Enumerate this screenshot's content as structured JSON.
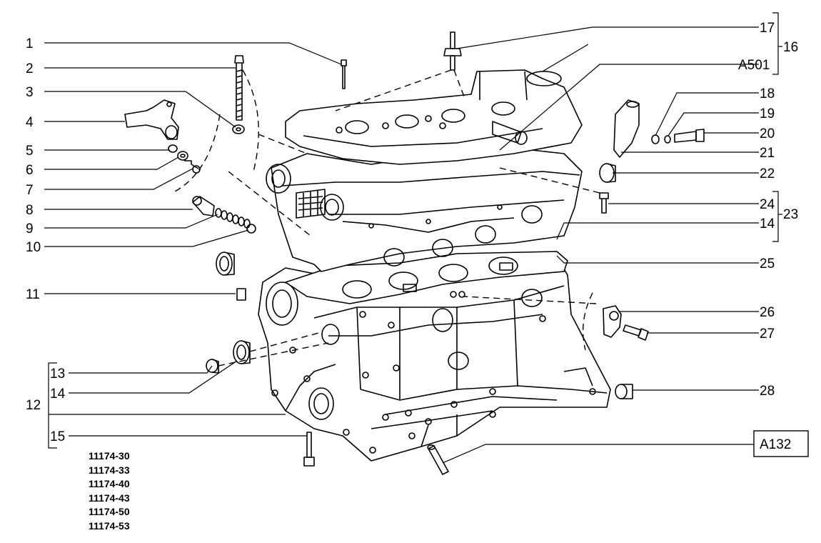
{
  "callouts_left": [
    "1",
    "2",
    "3",
    "4",
    "5",
    "6",
    "7",
    "8",
    "9",
    "10",
    "11",
    "12",
    "13",
    "14",
    "15"
  ],
  "callouts_right": [
    "17",
    "16",
    "A501",
    "18",
    "19",
    "20",
    "21",
    "22",
    "24",
    "23",
    "14",
    "25",
    "26",
    "27",
    "28"
  ],
  "reference_box": "A132",
  "model_codes": [
    "11174-30",
    "11174-33",
    "11174-40",
    "11174-43",
    "11174-50",
    "11174-53"
  ]
}
